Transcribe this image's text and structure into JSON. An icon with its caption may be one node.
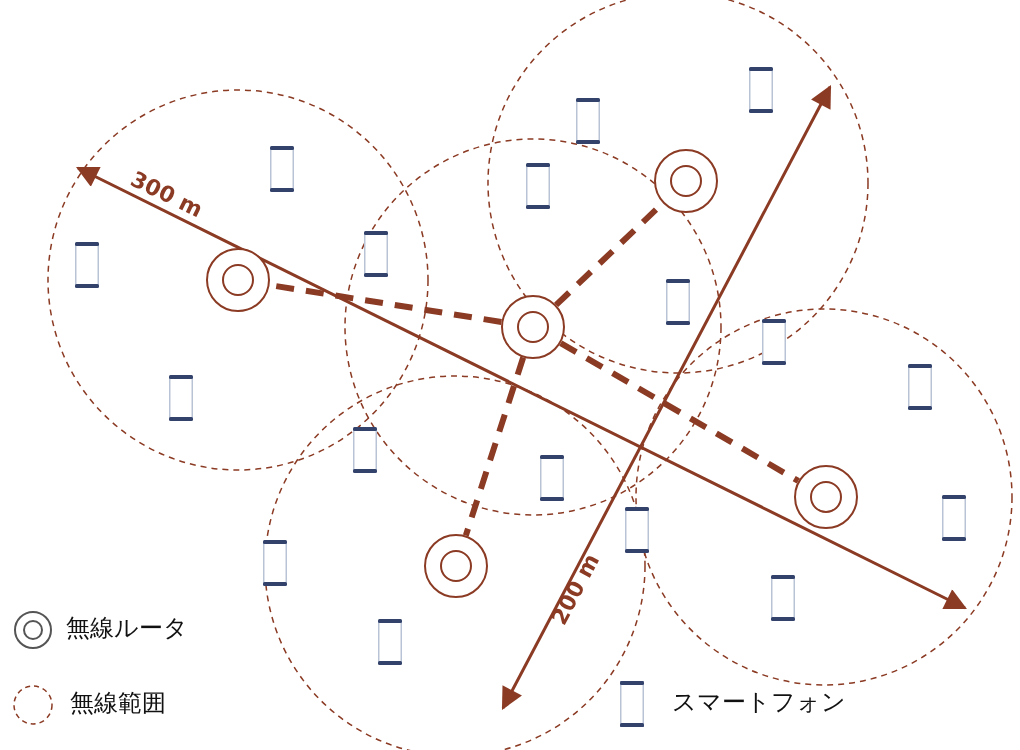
{
  "diagram": {
    "nodes": [
      {
        "text": [],
        "shape": "circle"
      },
      {
        "text": [],
        "shape": "circle"
      },
      {
        "text": [],
        "shape": "circle"
      },
      {
        "text": [],
        "shape": "circle"
      },
      {
        "text": [],
        "shape": "circle"
      }
    ],
    "edges": [
      {
        "from": 2,
        "to": 1,
        "arrow": "none",
        "style": "dashed"
      },
      {
        "from": 2,
        "to": 0,
        "arrow": "none",
        "style": "dashed"
      },
      {
        "from": 2,
        "to": 4,
        "arrow": "none",
        "style": "dashed"
      },
      {
        "from": 2,
        "to": 3,
        "arrow": "none",
        "style": "dashed"
      }
    ],
    "labels": [
      "300 m",
      "200 m"
    ],
    "legend": [
      {
        "text": "無線ルータ"
      },
      {
        "text": "無線範囲"
      },
      {
        "text": "スマートフォン"
      }
    ]
  }
}
